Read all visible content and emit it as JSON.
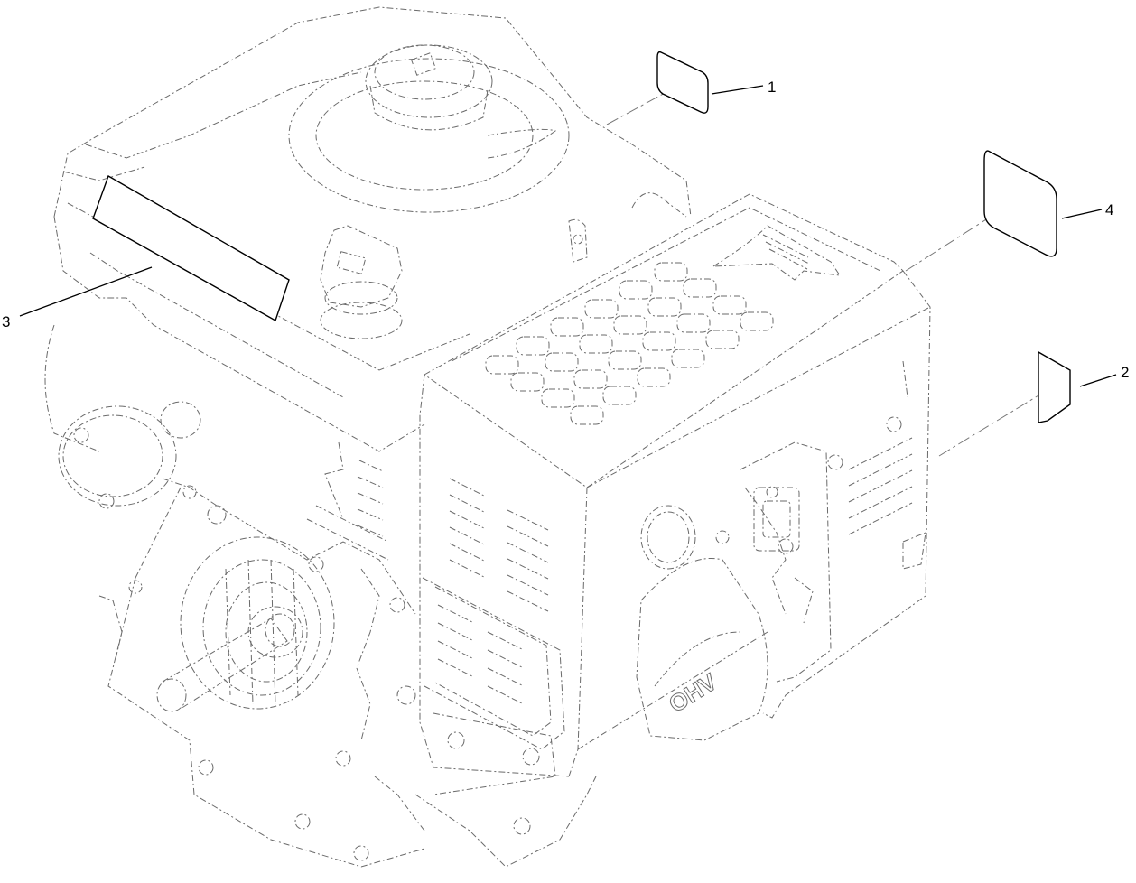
{
  "callouts": [
    {
      "id": "1",
      "label": "1"
    },
    {
      "id": "2",
      "label": "2"
    },
    {
      "id": "3",
      "label": "3"
    },
    {
      "id": "4",
      "label": "4"
    }
  ],
  "engine_marking": "OHV"
}
